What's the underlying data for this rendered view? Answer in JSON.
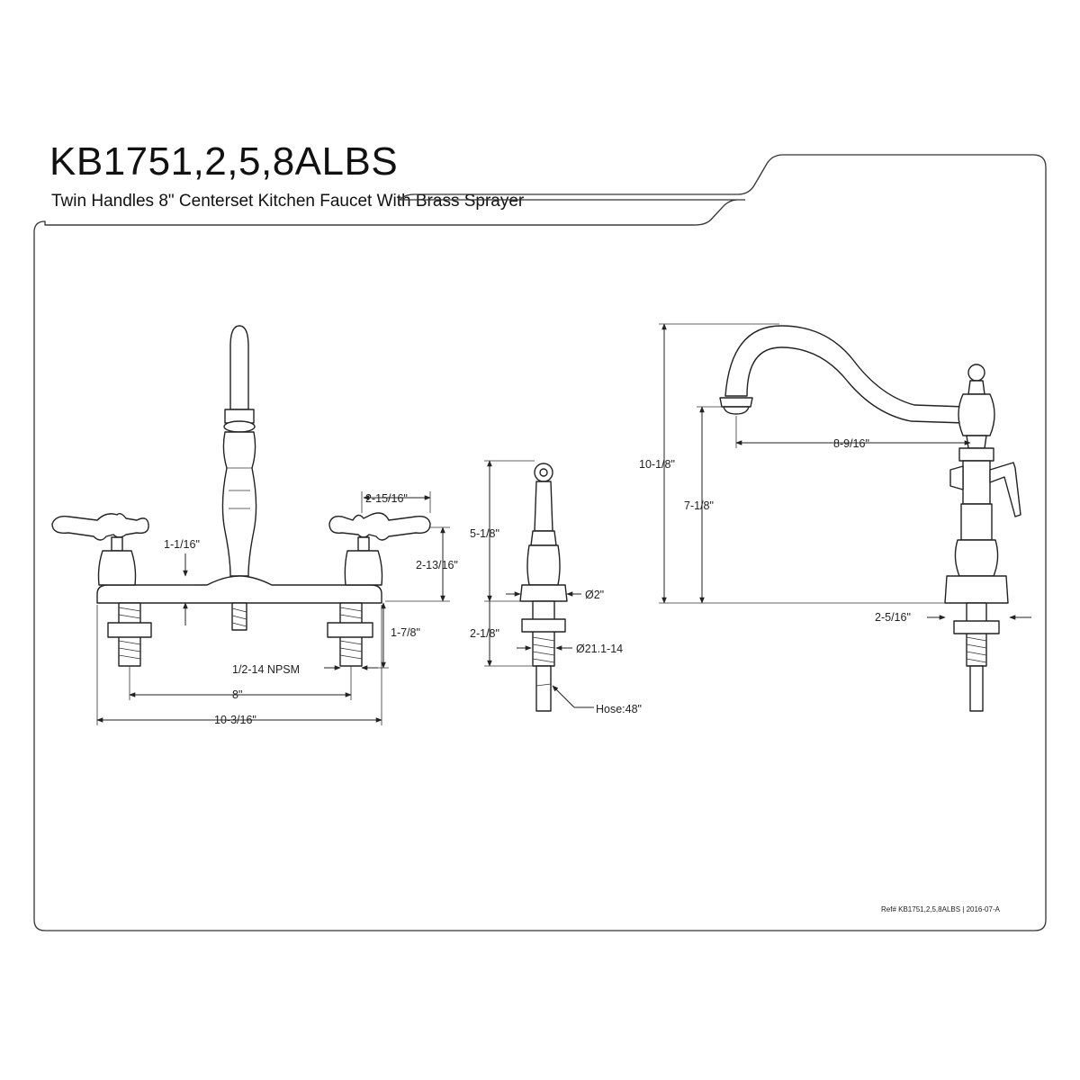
{
  "header": {
    "model": "KB1751,2,5,8ALBS",
    "description": "Twin Handles 8\" Centerset Kitchen Faucet With Brass Sprayer"
  },
  "front_view": {
    "dims": {
      "handle_height": "1-1/16\"",
      "handle_width": "2-15/16\"",
      "handle_total_height": "2-13/16\"",
      "shank_length": "1-7/8\"",
      "thread": "1/2-14 NPSM",
      "center_spacing": "8\"",
      "base_width": "10-3/16\""
    }
  },
  "sprayer_view": {
    "dims": {
      "height": "5-1/8\"",
      "base_diameter": "Ø2\"",
      "shank_length": "2-1/8\"",
      "thread": "Ø21.1-14",
      "hose": "Hose:48\""
    }
  },
  "side_view": {
    "dims": {
      "total_height": "10-1/8\"",
      "spout_height": "7-1/8\"",
      "spout_reach": "8-9/16\"",
      "base_depth": "2-5/16\""
    }
  },
  "footer": {
    "reference": "Ref# KB1751,2,5,8ALBS | 2016-07-A"
  }
}
